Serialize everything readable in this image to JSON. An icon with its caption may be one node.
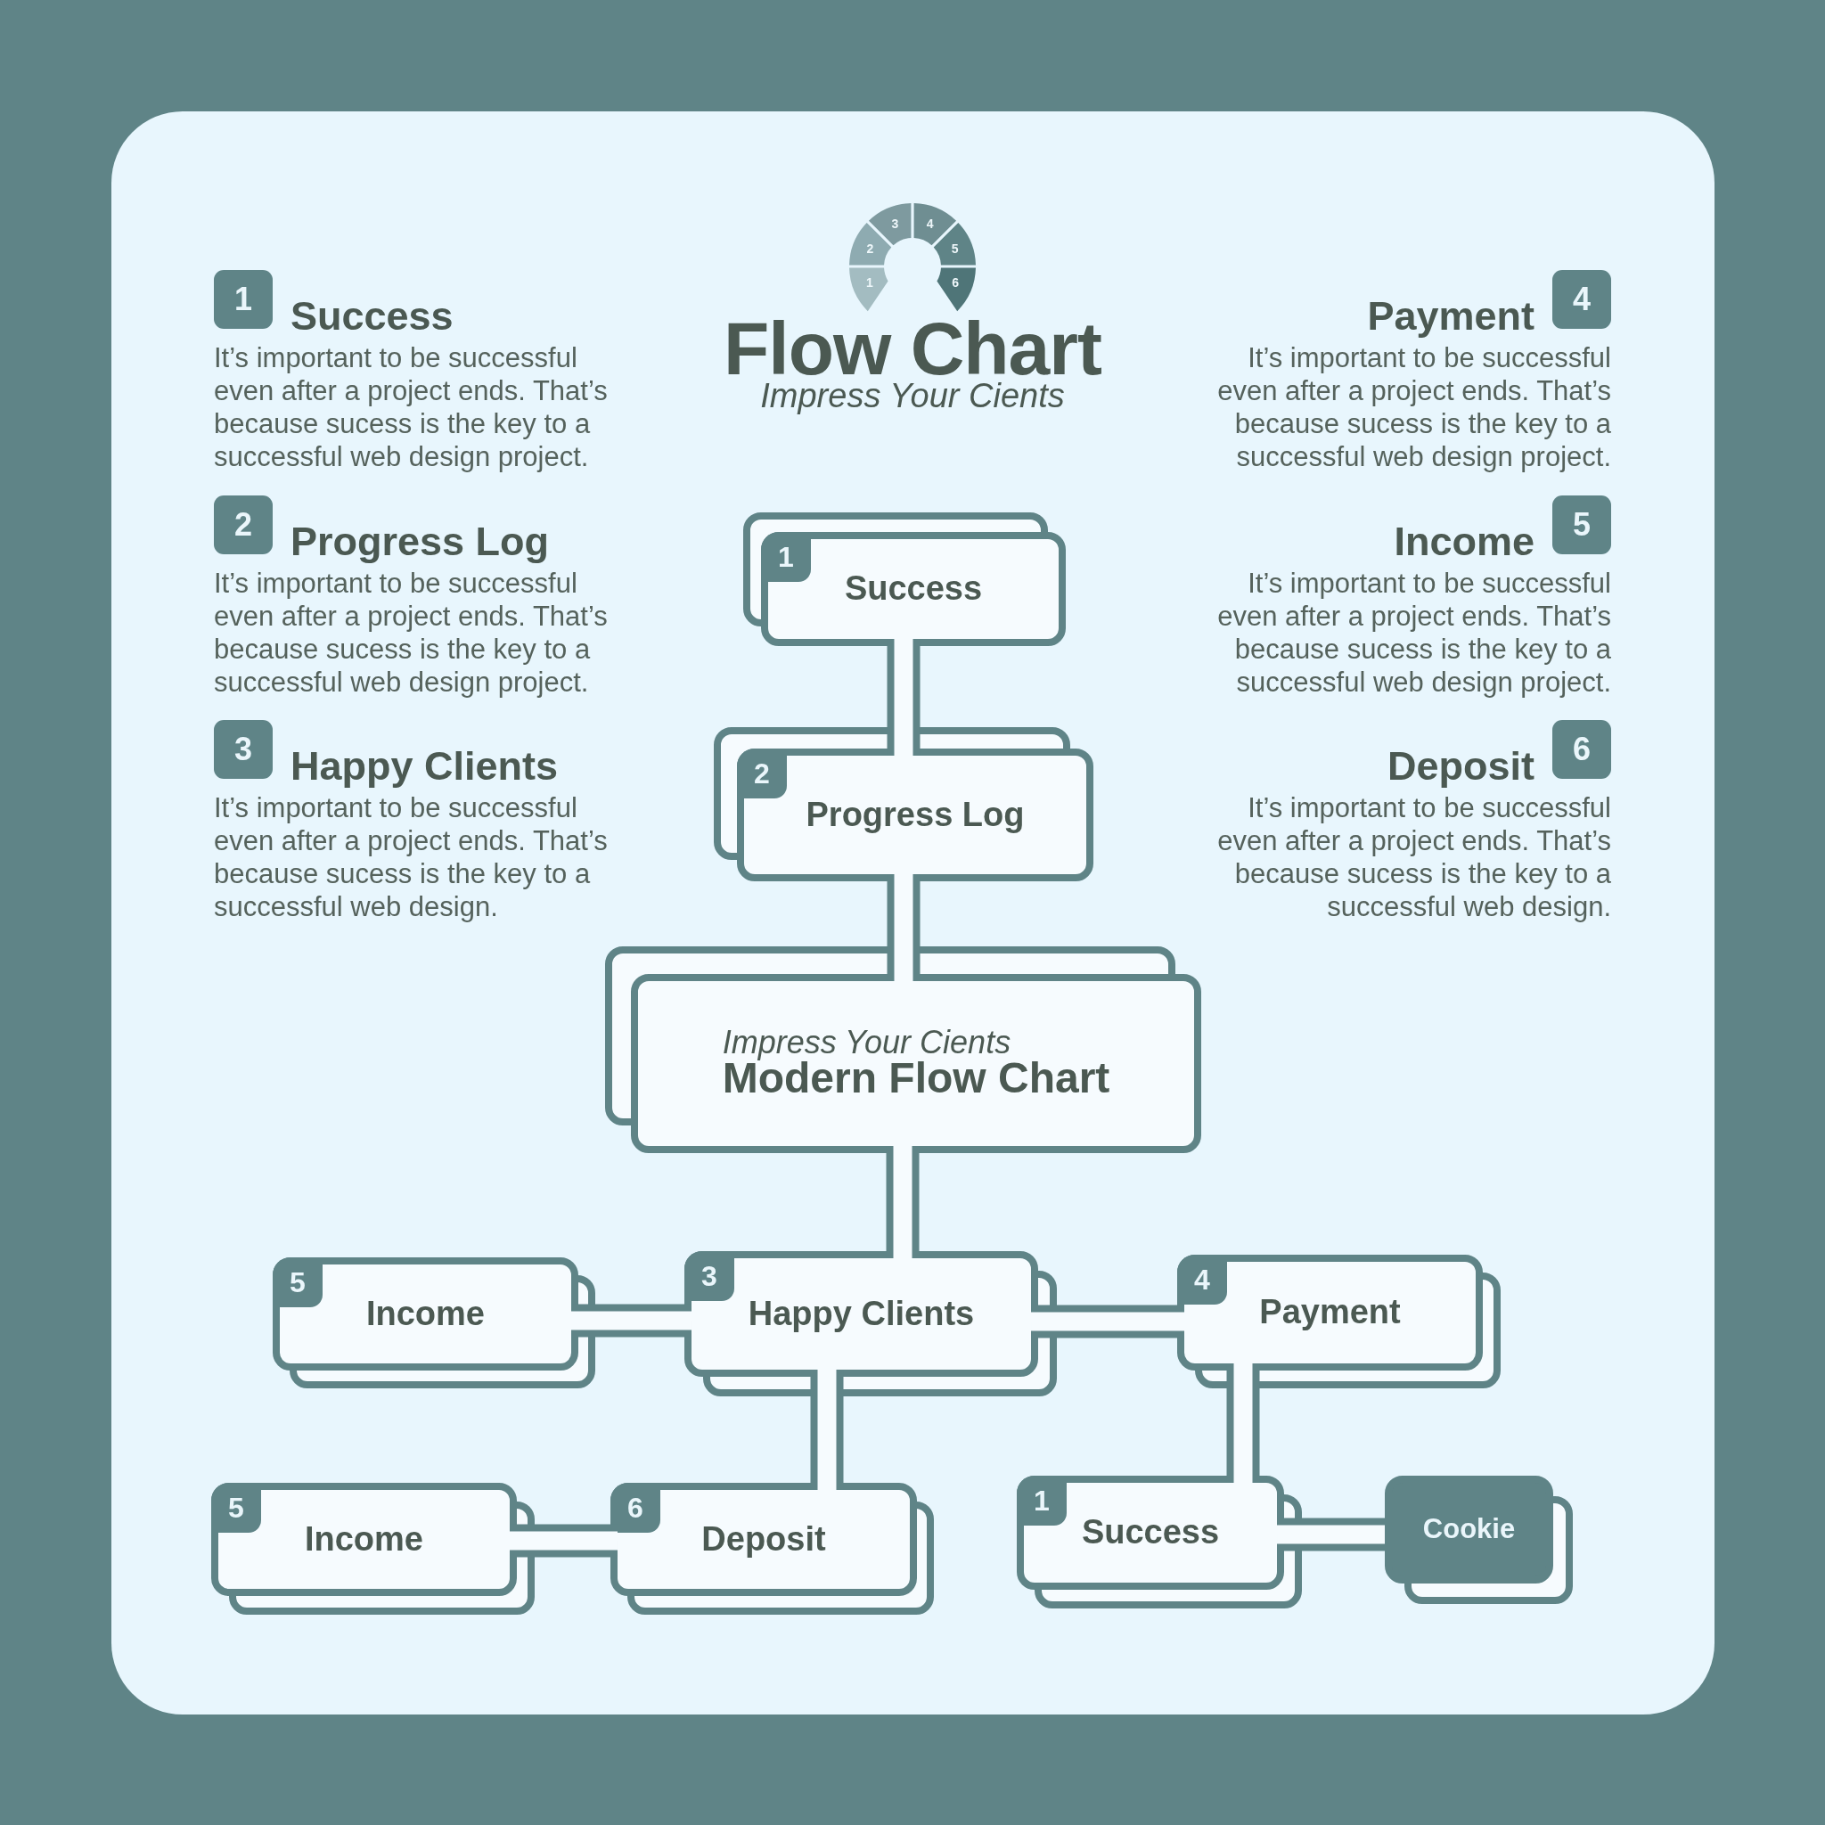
{
  "diagram": {
    "title": "Flow Chart",
    "nodes": [
      {
        "text": [
          "1"
        ],
        "beside": [
          "Success",
          "It’s important to be successful even after a project ends. That’s because sucess is the key to a successful web design project."
        ]
      },
      {
        "text": [
          "4"
        ],
        "beside": [
          "Payment",
          "It’s important to be successful even after a project ends. That’s because sucess is the key to a successful web design project."
        ]
      },
      {
        "text": [
          "2"
        ],
        "beside": [
          "Progress Log",
          "It’s important to be successful even after a project ends. That’s because sucess is the key to a successful web design project."
        ]
      },
      {
        "text": [
          "5"
        ],
        "beside": [
          "Income",
          "It’s important to be successful even after a project ends. That’s because sucess is the key to a successful web design project."
        ]
      },
      {
        "text": [
          "3"
        ],
        "beside": [
          "Happy Clients",
          "It’s important to be successful even after a project ends. That’s because sucess is the key to a successful web design."
        ]
      },
      {
        "text": [
          "6"
        ],
        "beside": [
          "Deposit",
          "It’s important to be successful even after a project ends. That’s because sucess is the key to a successful web design."
        ]
      },
      {
        "text": [
          "1",
          "Success"
        ]
      },
      {
        "text": [
          "2",
          "Progress Log"
        ]
      },
      {
        "text": [
          "Impress Your Cients",
          "Modern Flow Chart"
        ]
      },
      {
        "text": [
          "5",
          "Income"
        ]
      },
      {
        "text": [
          "3",
          "Happy Clients"
        ]
      },
      {
        "text": [
          "4",
          "Payment"
        ]
      },
      {
        "text": [
          "5",
          "Income"
        ]
      },
      {
        "text": [
          "6",
          "Deposit"
        ]
      },
      {
        "text": [
          "1",
          "Success"
        ]
      },
      {
        "text": [
          "Cookie"
        ]
      }
    ],
    "edges": [
      {
        "from": 6,
        "to": 7,
        "arrow": "none"
      },
      {
        "from": 7,
        "to": 8,
        "arrow": "none"
      },
      {
        "from": 8,
        "to": 10,
        "arrow": "none"
      },
      {
        "from": 10,
        "to": 9,
        "arrow": "none"
      },
      {
        "from": 10,
        "to": 11,
        "arrow": "none"
      },
      {
        "from": 10,
        "to": 13,
        "arrow": "none"
      },
      {
        "from": 13,
        "to": 12,
        "arrow": "none"
      },
      {
        "from": 11,
        "to": 14,
        "arrow": "none"
      },
      {
        "from": 14,
        "to": 15,
        "arrow": "none"
      }
    ],
    "labels": [
      "3",
      "4",
      "2",
      "5",
      "1",
      "6",
      "Impress Your Cients"
    ]
  }
}
